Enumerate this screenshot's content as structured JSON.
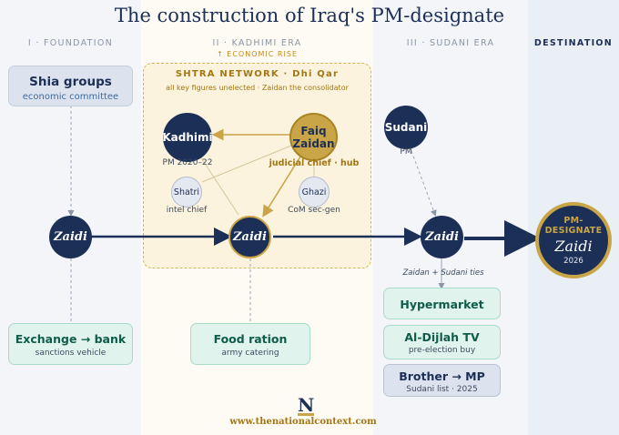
{
  "title": "The construction of Iraq's PM-designate",
  "eras": {
    "foundation": "I · FOUNDATION",
    "kadhimi": "II · KADHIMI ERA",
    "kadhimi_sub": "↑ ECONOMIC RISE",
    "sudani": "III · SUDANI ERA",
    "destination": "DESTINATION"
  },
  "foundation": {
    "shia_title": "Shia groups",
    "shia_sub": "economic committee",
    "exchange_title": "Exchange → bank",
    "exchange_sub": "sanctions vehicle"
  },
  "network": {
    "title": "SHTRA NETWORK · Dhi Qar",
    "subtitle": "all key figures unelected · Zaidan the consolidator",
    "kadhimi": "Kadhimi",
    "kadhimi_cap": "PM 2020–22",
    "zaidan": "Faiq Zaidan",
    "zaidan_cap": "judicial chief · hub",
    "shatri": "Shatri",
    "shatri_cap": "intel chief",
    "ghazi": "Ghazi",
    "ghazi_cap": "CoM sec-gen"
  },
  "kadhimi_era": {
    "food_title": "Food ration",
    "food_sub": "army catering"
  },
  "sudani_era": {
    "sudani": "Sudani",
    "sudani_cap": "PM",
    "ties": "Zaidan + Sudani ties",
    "hypermarket": "Hypermarket",
    "dijlah_title": "Al-Dijlah TV",
    "dijlah_sub": "pre-election buy",
    "brother_title": "Brother → MP",
    "brother_sub": "Sudani list · 2025"
  },
  "zaidi_label": "Zaidi",
  "destination": {
    "top": "PM-DESIGNATE",
    "name": "Zaidi",
    "year": "2026"
  },
  "logo_letter": "N",
  "footer_url": "www.thenationalcontext.com",
  "colors": {
    "navy": "#1c2f57",
    "gold": "#c9a547",
    "network_fill": "#fbf3dd",
    "green_box": "#e0f3ed"
  }
}
